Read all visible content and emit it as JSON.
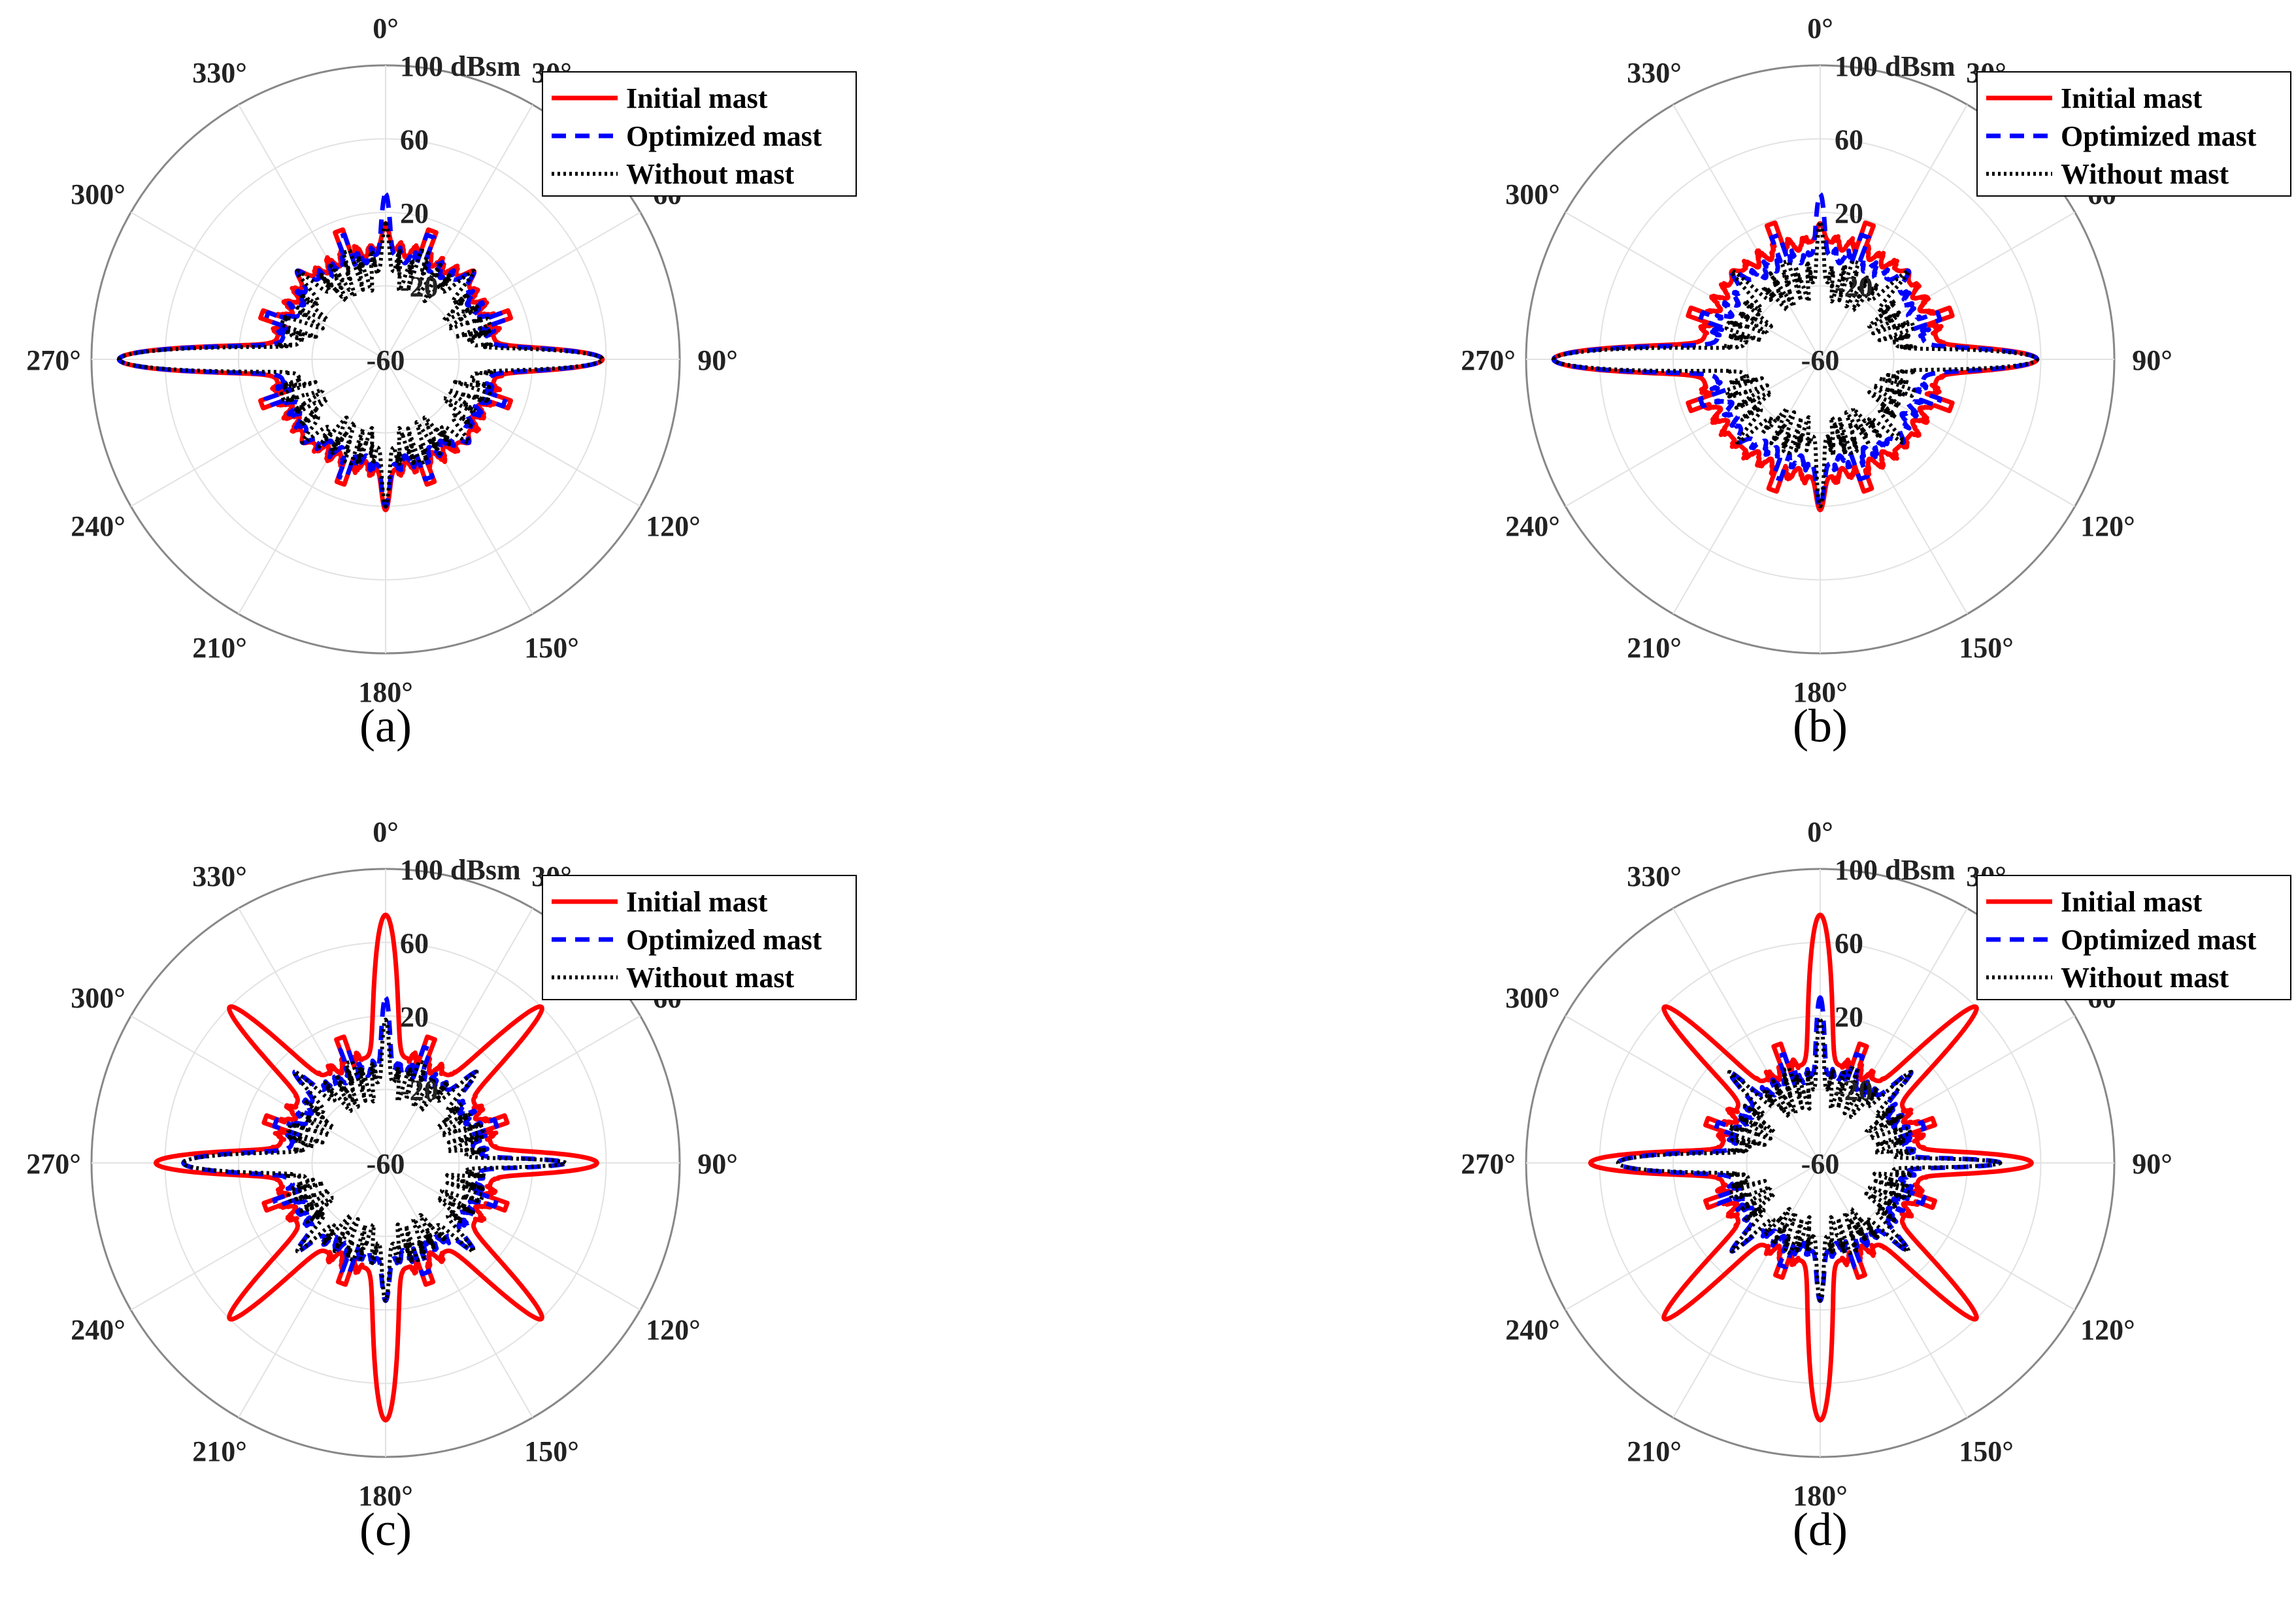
{
  "chart_data": [
    {
      "type": "polar-line",
      "caption": "(a)",
      "radius_unit_label": "100 dBsm",
      "rlim": [
        -60,
        100
      ],
      "radial_ticks": [
        -60,
        -20,
        20,
        60,
        100
      ],
      "radial_tick_labels": [
        "-60",
        "-20",
        "20",
        "60",
        "100 dBsm"
      ],
      "angle_tick_labels": [
        "0°",
        "30°",
        "60°",
        "90°",
        "120°",
        "150°",
        "180°",
        "210°",
        "240°",
        "270°",
        "300°",
        "330°"
      ],
      "angle_zero": "top",
      "angle_direction": "clockwise",
      "grid": true,
      "legend": {
        "placement": "top-right",
        "entries": [
          "Initial mast",
          "Optimized mast",
          "Without mast"
        ]
      },
      "series": [
        {
          "name": "Initial mast",
          "style": "solid",
          "color": "#ff0000",
          "baseline": 0,
          "spikes": [
            [
              0,
              14
            ],
            [
              45,
              8
            ],
            [
              90,
              58
            ],
            [
              135,
              4
            ],
            [
              180,
              22
            ],
            [
              225,
              4
            ],
            [
              270,
              85
            ],
            [
              315,
              8
            ]
          ]
        },
        {
          "name": "Optimized mast",
          "style": "dashed",
          "color": "#0000ff",
          "baseline": -3,
          "spikes": [
            [
              0,
              30
            ],
            [
              45,
              8
            ],
            [
              90,
              58
            ],
            [
              135,
              4
            ],
            [
              180,
              20
            ],
            [
              225,
              4
            ],
            [
              270,
              85
            ],
            [
              315,
              8
            ]
          ]
        },
        {
          "name": "Without mast",
          "style": "dotted",
          "color": "#000000",
          "baseline": -12,
          "spikes": [
            [
              0,
              14
            ],
            [
              45,
              8
            ],
            [
              90,
              58
            ],
            [
              135,
              4
            ],
            [
              180,
              20
            ],
            [
              225,
              4
            ],
            [
              270,
              85
            ],
            [
              315,
              8
            ]
          ]
        }
      ]
    },
    {
      "type": "polar-line",
      "caption": "(b)",
      "radius_unit_label": "100 dBsm",
      "rlim": [
        -60,
        100
      ],
      "radial_ticks": [
        -60,
        -20,
        20,
        60,
        100
      ],
      "radial_tick_labels": [
        "-60",
        "-20",
        "20",
        "60",
        "100 dBsm"
      ],
      "angle_tick_labels": [
        "0°",
        "30°",
        "60°",
        "90°",
        "120°",
        "150°",
        "180°",
        "210°",
        "240°",
        "270°",
        "300°",
        "330°"
      ],
      "angle_zero": "top",
      "angle_direction": "clockwise",
      "grid": true,
      "legend": {
        "placement": "top-right",
        "entries": [
          "Initial mast",
          "Optimized mast",
          "Without mast"
        ]
      },
      "series": [
        {
          "name": "Initial mast",
          "style": "solid",
          "color": "#ff0000",
          "baseline": 4,
          "spikes": [
            [
              0,
              14
            ],
            [
              45,
              8
            ],
            [
              90,
              58
            ],
            [
              135,
              4
            ],
            [
              180,
              22
            ],
            [
              225,
              4
            ],
            [
              270,
              85
            ],
            [
              315,
              8
            ]
          ]
        },
        {
          "name": "Optimized mast",
          "style": "dashed",
          "color": "#0000ff",
          "baseline": -3,
          "spikes": [
            [
              0,
              30
            ],
            [
              45,
              8
            ],
            [
              90,
              58
            ],
            [
              135,
              4
            ],
            [
              180,
              20
            ],
            [
              225,
              4
            ],
            [
              270,
              85
            ],
            [
              315,
              8
            ]
          ]
        },
        {
          "name": "Without mast",
          "style": "dotted",
          "color": "#000000",
          "baseline": -18,
          "spikes": [
            [
              0,
              14
            ],
            [
              45,
              8
            ],
            [
              90,
              58
            ],
            [
              135,
              4
            ],
            [
              180,
              20
            ],
            [
              225,
              4
            ],
            [
              270,
              85
            ],
            [
              315,
              8
            ]
          ]
        }
      ]
    },
    {
      "type": "polar-line",
      "caption": "(c)",
      "radius_unit_label": "100 dBsm",
      "rlim": [
        -60,
        100
      ],
      "radial_ticks": [
        -60,
        -20,
        20,
        60,
        100
      ],
      "radial_tick_labels": [
        "-60",
        "-20",
        "20",
        "60",
        "100 dBsm"
      ],
      "angle_tick_labels": [
        "0°",
        "30°",
        "60°",
        "90°",
        "120°",
        "150°",
        "180°",
        "210°",
        "240°",
        "270°",
        "300°",
        "330°"
      ],
      "angle_zero": "top",
      "angle_direction": "clockwise",
      "grid": true,
      "legend": {
        "placement": "top-right",
        "entries": [
          "Initial mast",
          "Optimized mast",
          "Without mast"
        ]
      },
      "series": [
        {
          "name": "Initial mast",
          "style": "solid",
          "color": "#ff0000",
          "baseline": -2,
          "spikes": [
            [
              0,
              75
            ],
            [
              45,
              60
            ],
            [
              90,
              55
            ],
            [
              135,
              60
            ],
            [
              180,
              80
            ],
            [
              225,
              60
            ],
            [
              270,
              65
            ],
            [
              315,
              60
            ]
          ]
        },
        {
          "name": "Optimized mast",
          "style": "dashed",
          "color": "#0000ff",
          "baseline": -8,
          "spikes": [
            [
              0,
              30
            ],
            [
              45,
              10
            ],
            [
              90,
              38
            ],
            [
              135,
              8
            ],
            [
              180,
              15
            ],
            [
              225,
              8
            ],
            [
              270,
              50
            ],
            [
              315,
              10
            ]
          ]
        },
        {
          "name": "Without mast",
          "style": "dotted",
          "color": "#000000",
          "baseline": -16,
          "spikes": [
            [
              0,
              18
            ],
            [
              45,
              10
            ],
            [
              90,
              38
            ],
            [
              135,
              8
            ],
            [
              180,
              15
            ],
            [
              225,
              8
            ],
            [
              270,
              50
            ],
            [
              315,
              10
            ]
          ]
        }
      ]
    },
    {
      "type": "polar-line",
      "caption": "(d)",
      "radius_unit_label": "100 dBsm",
      "rlim": [
        -60,
        100
      ],
      "radial_ticks": [
        -60,
        -20,
        20,
        60,
        100
      ],
      "radial_tick_labels": [
        "-60",
        "-20",
        "20",
        "60",
        "100 dBsm"
      ],
      "angle_tick_labels": [
        "0°",
        "30°",
        "60°",
        "90°",
        "120°",
        "150°",
        "180°",
        "210°",
        "240°",
        "270°",
        "300°",
        "330°"
      ],
      "angle_zero": "top",
      "angle_direction": "clockwise",
      "grid": true,
      "legend": {
        "placement": "top-right",
        "entries": [
          "Initial mast",
          "Optimized mast",
          "Without mast"
        ]
      },
      "series": [
        {
          "name": "Initial mast",
          "style": "solid",
          "color": "#ff0000",
          "baseline": -6,
          "spikes": [
            [
              0,
              75
            ],
            [
              45,
              60
            ],
            [
              90,
              55
            ],
            [
              135,
              60
            ],
            [
              180,
              80
            ],
            [
              225,
              60
            ],
            [
              270,
              65
            ],
            [
              315,
              60
            ]
          ]
        },
        {
          "name": "Optimized mast",
          "style": "dashed",
          "color": "#0000ff",
          "baseline": -12,
          "spikes": [
            [
              0,
              30
            ],
            [
              45,
              10
            ],
            [
              90,
              38
            ],
            [
              135,
              8
            ],
            [
              180,
              15
            ],
            [
              225,
              8
            ],
            [
              270,
              50
            ],
            [
              315,
              10
            ]
          ]
        },
        {
          "name": "Without mast",
          "style": "dotted",
          "color": "#000000",
          "baseline": -20,
          "spikes": [
            [
              0,
              18
            ],
            [
              45,
              10
            ],
            [
              90,
              38
            ],
            [
              135,
              8
            ],
            [
              180,
              15
            ],
            [
              225,
              8
            ],
            [
              270,
              50
            ],
            [
              315,
              10
            ]
          ]
        }
      ]
    }
  ]
}
